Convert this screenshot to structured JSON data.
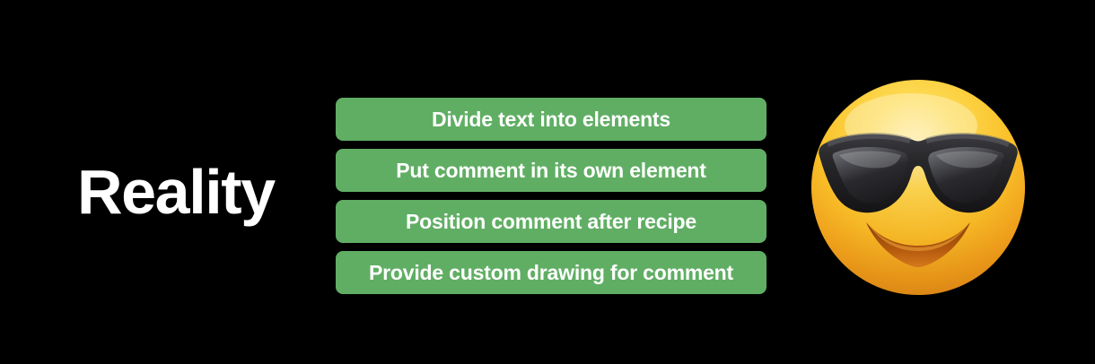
{
  "slide": {
    "background_color": "#000000",
    "title": "Reality",
    "title_color": "#ffffff"
  },
  "steps": {
    "accent_color": "#60AE64",
    "text_color": "#ffffff",
    "items": [
      {
        "label": "Divide text into elements"
      },
      {
        "label": "Put comment in its own element"
      },
      {
        "label": "Position comment after recipe"
      },
      {
        "label": "Provide custom drawing for comment"
      }
    ]
  },
  "emoji": {
    "name": "smiling-face-with-sunglasses",
    "glyph": "😎",
    "face_color": "#FDC21C",
    "face_highlight_color": "#FDEE9E",
    "glasses_color": "#26262B",
    "mouth_color": "#B8540F"
  }
}
